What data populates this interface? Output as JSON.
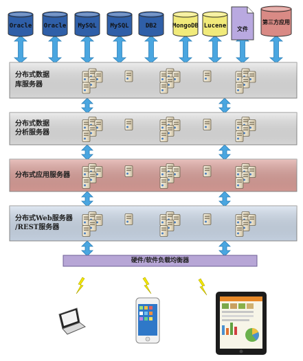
{
  "sources": [
    {
      "label": "Oracle",
      "type": "db",
      "color": "#2f5fa8"
    },
    {
      "label": "Oracle",
      "type": "db",
      "color": "#2f5fa8"
    },
    {
      "label": "MySQL",
      "type": "db",
      "color": "#2f5fa8"
    },
    {
      "label": "MySQL",
      "type": "db",
      "color": "#2f5fa8"
    },
    {
      "label": "DB2",
      "type": "db",
      "color": "#2f5fa8"
    },
    {
      "label": "MongoDB",
      "type": "db",
      "color": "#f1ea7a"
    },
    {
      "label": "Lucene",
      "type": "db",
      "color": "#f1ea7a"
    },
    {
      "label": "文件",
      "type": "file",
      "color": "#b9a9e0"
    },
    {
      "label": "第三方应用",
      "type": "db",
      "color": "#d98a85"
    }
  ],
  "tiers": [
    {
      "label": "分布式数据库服务器",
      "lines": [
        "分布式数据",
        "库服务器"
      ],
      "color": "#e3e3e3"
    },
    {
      "label": "分布式数据分析服务器",
      "lines": [
        "分布式数据",
        "分析服务器"
      ],
      "color": "#e3e3e3"
    },
    {
      "label": "分布式应用服务器",
      "lines": [
        "分布式应用服务器"
      ],
      "color": "#dda09a"
    },
    {
      "label": "分布式Web服务器/REST服务器",
      "lines": [
        "分布式Web服务器",
        "/REST服务器"
      ],
      "color": "#cfdcec"
    }
  ],
  "load_balancer": {
    "label": "硬件/软件负载均衡器",
    "color": "#b7a6d6"
  },
  "clients": [
    {
      "icon": "laptop-icon"
    },
    {
      "icon": "smartphone-icon"
    },
    {
      "icon": "tablet-icon"
    }
  ],
  "colors": {
    "arrow": "#4aa6e0",
    "arrow_dark": "#2a7fb8",
    "lightning": "#f2e600"
  }
}
